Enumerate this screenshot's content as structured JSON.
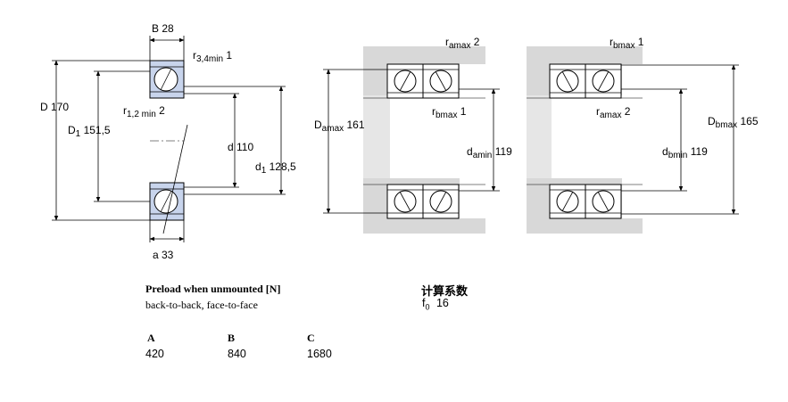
{
  "drawing": {
    "dim_B": "B 28",
    "dim_D": "D 170",
    "dim_D1": "151,5",
    "dim_d": "d 110",
    "dim_d1": "128,5",
    "dim_a": "a 33",
    "r34_value": "1",
    "r12_value": "2",
    "Damax_value": "161",
    "damin_value": "119",
    "dbmin_value": "119",
    "Dbmax_value": "165",
    "ramax_left_value": "2",
    "rbmax_left_value": "1",
    "rbmax_right_value": "1",
    "ramax_right_value": "2"
  },
  "preload": {
    "title": "Preload when unmounted [N]",
    "subtitle": "back-to-back, face-to-face",
    "headers": [
      "A",
      "B",
      "C"
    ],
    "values": [
      "420",
      "840",
      "1680"
    ]
  },
  "factor": {
    "title": "计算系数",
    "label_main": "f",
    "label_sub": "0",
    "value": "16"
  },
  "colors": {
    "bearing_fill": "#c8d4ec",
    "housing_fill": "#d8d8d8",
    "line": "#000000"
  }
}
